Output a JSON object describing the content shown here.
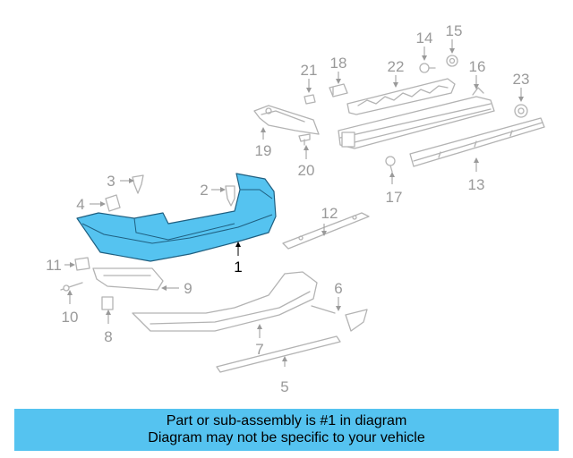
{
  "callouts": {
    "c1": "1",
    "c2": "2",
    "c3": "3",
    "c4": "4",
    "c5": "5",
    "c6": "6",
    "c7": "7",
    "c8": "8",
    "c9": "9",
    "c10": "10",
    "c11": "11",
    "c12": "12",
    "c13": "13",
    "c14": "14",
    "c15": "15",
    "c16": "16",
    "c17": "17",
    "c18": "18",
    "c19": "19",
    "c20": "20",
    "c21": "21",
    "c22": "22",
    "c23": "23"
  },
  "highlight": {
    "part_number": "1",
    "color": "#55c3f0"
  },
  "banner": {
    "line1": "Part or sub-assembly is #1 in diagram",
    "line2": "Diagram may not be specific to your vehicle",
    "color": "#55c3f0"
  }
}
